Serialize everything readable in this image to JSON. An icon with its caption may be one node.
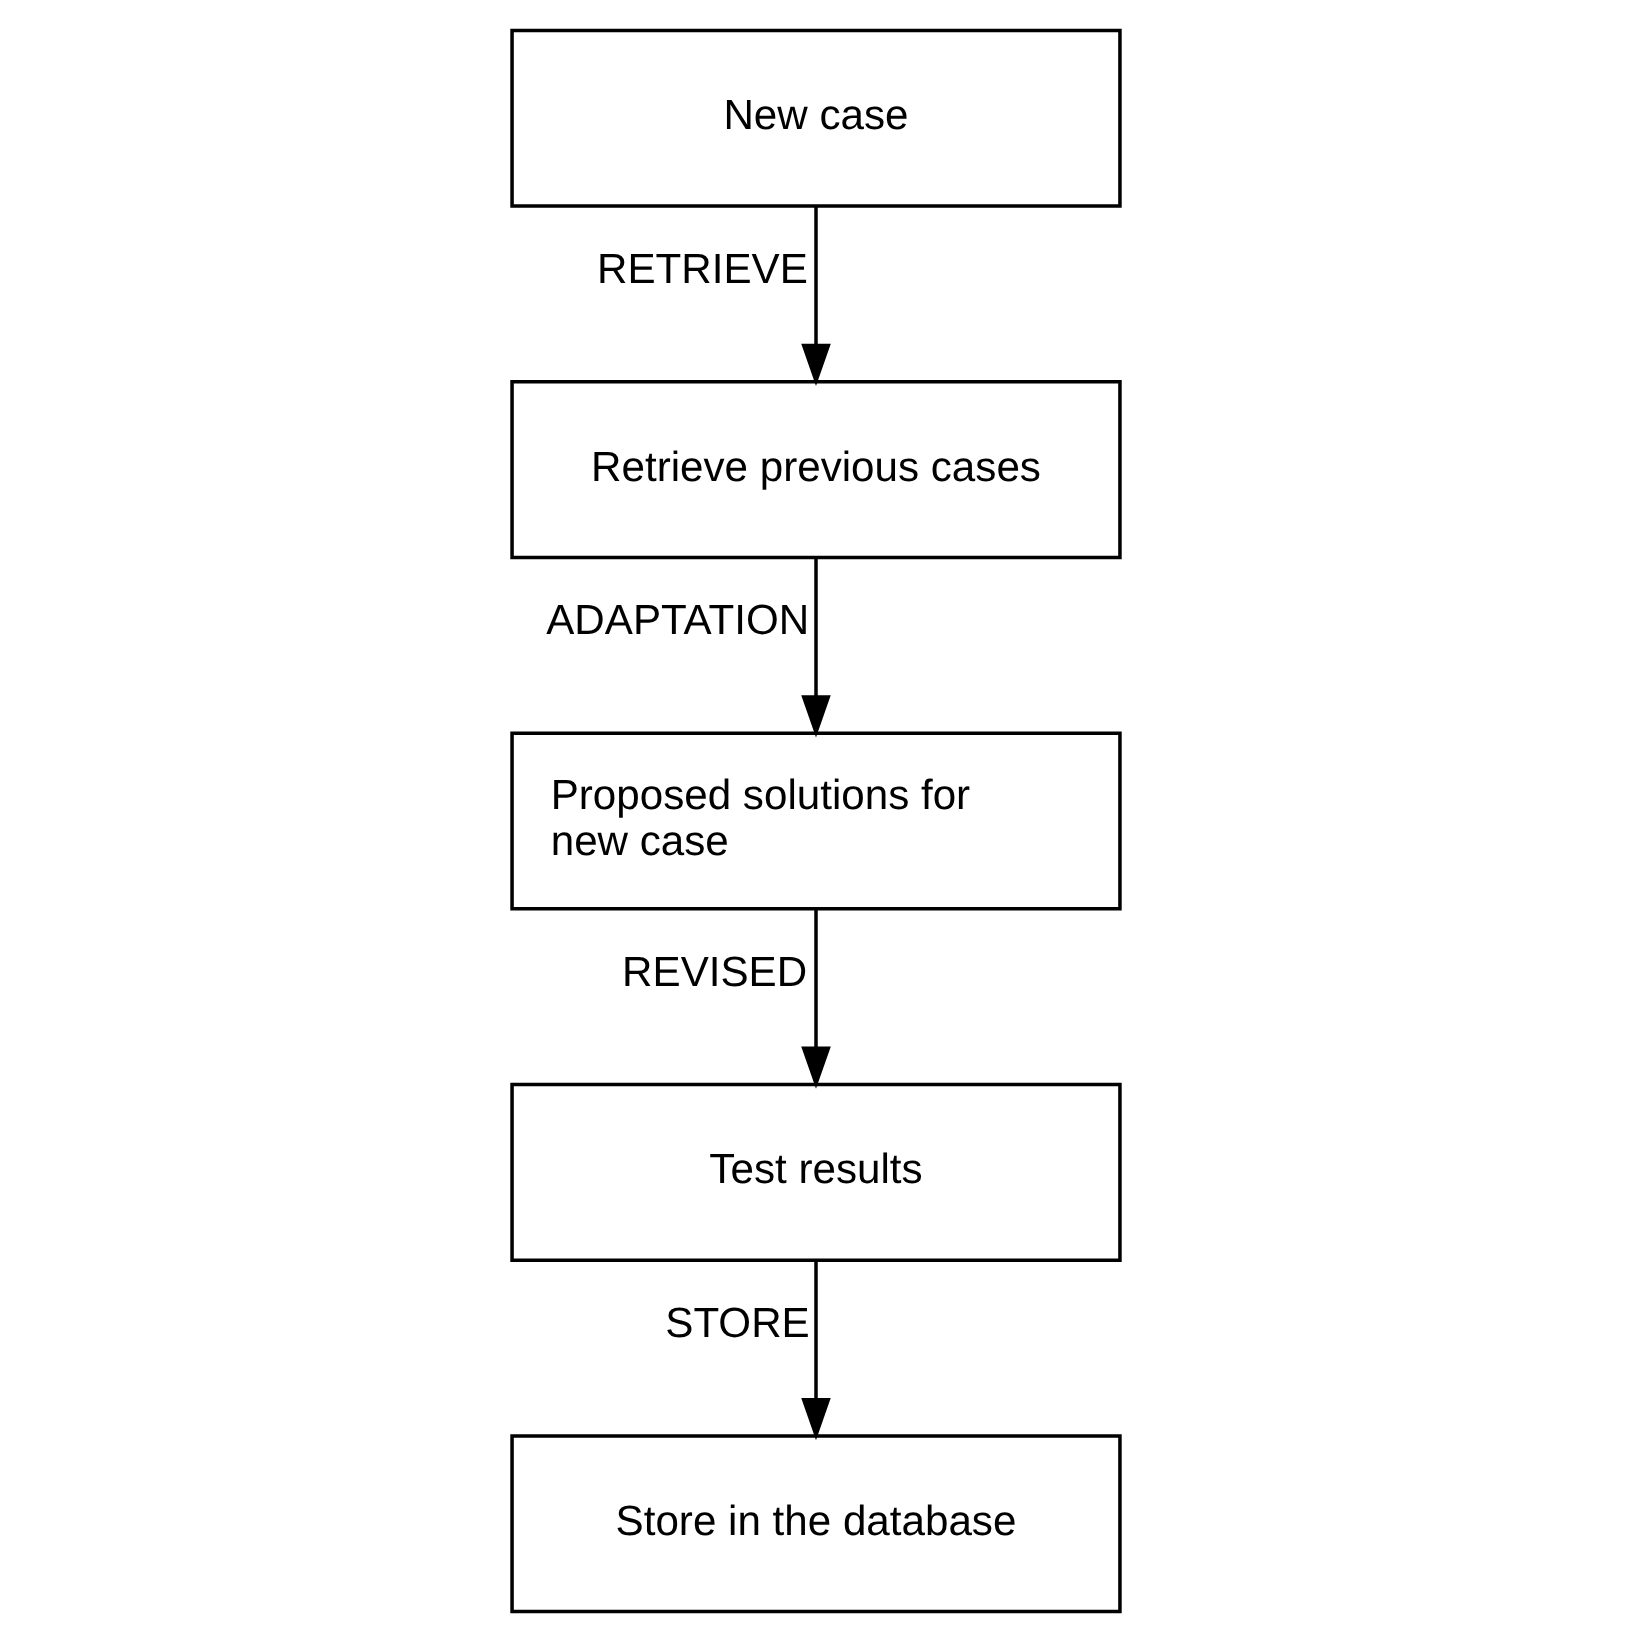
{
  "diagram": {
    "nodes": [
      {
        "text": [
          "New case"
        ]
      },
      {
        "text": [
          "Retrieve previous cases"
        ]
      },
      {
        "text": [
          "Proposed solutions for new case"
        ]
      },
      {
        "text": [
          "Test results"
        ]
      },
      {
        "text": [
          "Store in the database"
        ]
      }
    ],
    "edges": [
      {
        "from": 0,
        "to": 1,
        "arrow": "to",
        "label": "RETRIEVE"
      },
      {
        "from": 1,
        "to": 2,
        "arrow": "to",
        "label": "ADAPTATION"
      },
      {
        "from": 2,
        "to": 3,
        "arrow": "to",
        "label": "REVISED"
      },
      {
        "from": 3,
        "to": 4,
        "arrow": "to",
        "label": "STORE"
      }
    ]
  }
}
